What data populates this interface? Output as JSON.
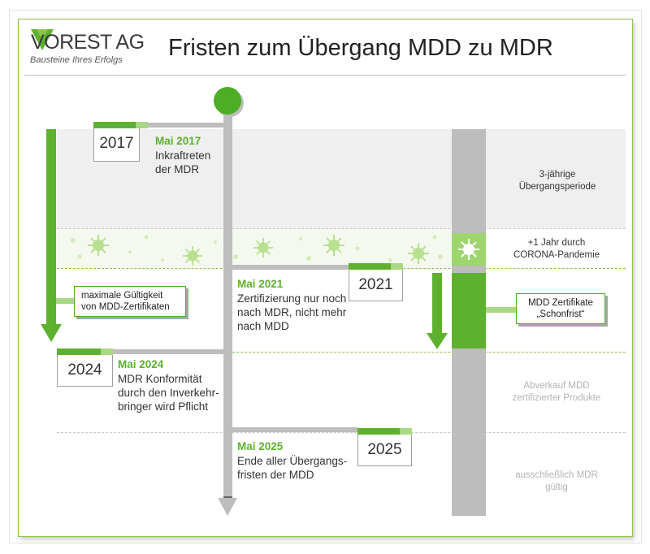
{
  "logo": {
    "name": "VOREST AG",
    "tagline": "Bausteine Ihres Erfolgs"
  },
  "title": "Fristen zum Übergang MDD zu MDR",
  "events": [
    {
      "year": "2017",
      "head": "Mai 2017",
      "body": "Inkraftreten der MDR"
    },
    {
      "year": "2021",
      "head": "Mai 2021",
      "body": "Zertifizierung nur noch nach MDR, nicht mehr nach MDD"
    },
    {
      "year": "2024",
      "head": "Mai 2024",
      "body": "MDR Konformität durch den Inverkehr-bringer wird Pflicht"
    },
    {
      "year": "2025",
      "head": "Mai 2025",
      "body": "Ende aller Übergangs-fristen der MDD"
    }
  ],
  "boxes": {
    "max_validity": "maximale Gültigkeit von MDD-Zertifikaten",
    "grace_period": "MDD Zertifikate „Schonfrist“"
  },
  "side_labels": {
    "transition": "3-jährige Übergangsperiode",
    "corona": "+1 Jahr durch CORONA-Pandemie",
    "sell_off": "Abverkauf MDD zertifizierter Produkte",
    "mdr_only": "ausschließlich MDR gültig"
  },
  "colors": {
    "green": "#5db12e",
    "light_green": "#a8d883",
    "grey": "#bdbdbd",
    "band": "#efefef"
  },
  "icons": [
    "vorest-logo-icon",
    "virus-icon",
    "calendar-icon",
    "arrow-down-icon"
  ]
}
